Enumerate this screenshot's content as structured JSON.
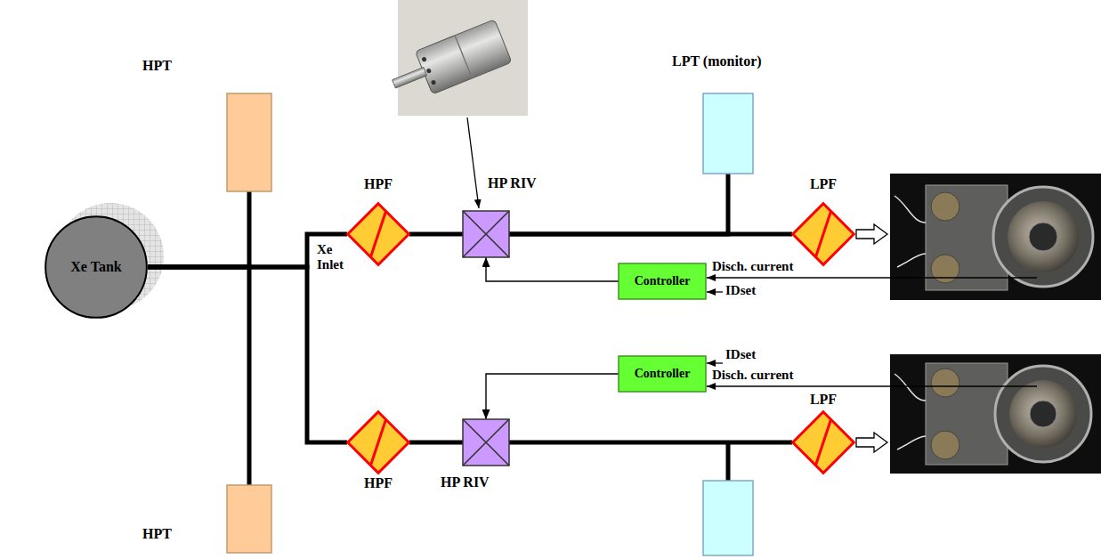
{
  "diagram": {
    "nodes": [
      {
        "text": [
          "HPT"
        ]
      },
      {
        "text": [
          "HPF"
        ]
      },
      {
        "text": [
          "HP RIV"
        ]
      },
      {
        "text": [
          "LPT (monitor)"
        ]
      },
      {
        "text": [
          "LPF"
        ]
      },
      {
        "text": [
          "Xe Tank"
        ]
      },
      {
        "text": [
          "Controller"
        ]
      },
      {
        "text": [
          "Controller"
        ]
      },
      {
        "text": [
          "HPF"
        ]
      },
      {
        "text": [
          "HP RIV"
        ]
      },
      {
        "text": [
          "LPF"
        ]
      },
      {
        "text": [
          "HPT"
        ]
      }
    ],
    "edges": [
      {
        "from": 5,
        "to": 0,
        "arrow": "none"
      },
      {
        "from": 5,
        "to": 11,
        "arrow": "none"
      },
      {
        "from": 5,
        "to": 1,
        "arrow": "none"
      },
      {
        "from": 5,
        "to": 8,
        "arrow": "none"
      },
      {
        "from": 1,
        "to": 2,
        "arrow": "none"
      },
      {
        "from": 2,
        "to": 3,
        "arrow": "none"
      },
      {
        "from": 2,
        "to": 4,
        "arrow": "none"
      },
      {
        "from": 8,
        "to": 9,
        "arrow": "none"
      },
      {
        "from": 9,
        "to": 10,
        "arrow": "none"
      },
      {
        "from": 6,
        "to": 2,
        "arrow": "to"
      },
      {
        "from": 7,
        "to": 9,
        "arrow": "to"
      }
    ],
    "labels": [
      "Xe Inlet",
      "Disch. current",
      "IDset",
      "IDset",
      "Disch. current"
    ]
  }
}
